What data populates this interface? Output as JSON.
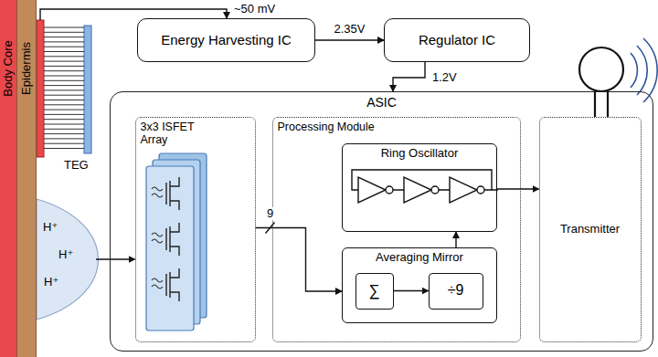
{
  "diagram": {
    "nodes": [
      {
        "text": [
          "Body Core"
        ]
      },
      {
        "text": [
          "Epidermis"
        ]
      },
      {
        "text": [
          "TEG"
        ]
      },
      {
        "text": [
          "Energy Harvesting IC"
        ]
      },
      {
        "text": [
          "Regulator IC"
        ]
      },
      {
        "text": [
          "H⁺",
          "H⁺",
          "H⁺"
        ]
      },
      {
        "text": [
          "ASIC"
        ]
      },
      {
        "text": [
          "3x3 ISFET Array"
        ],
        "in": 6
      },
      {
        "text": [
          "Processing Module"
        ],
        "in": 6
      },
      {
        "text": [
          "Ring Oscillator"
        ],
        "in": 8
      },
      {
        "text": [
          "Averaging Mirror"
        ],
        "in": 8
      },
      {
        "text": [
          "∑"
        ],
        "in": 10
      },
      {
        "text": [
          "÷9"
        ],
        "in": 10
      },
      {
        "text": [
          "Transmitter"
        ],
        "in": 6
      }
    ],
    "edges": [
      {
        "from": 2,
        "to": 3,
        "arrow": "to",
        "label": "~50 mV"
      },
      {
        "from": 3,
        "to": 4,
        "arrow": "to",
        "label": "2.35V"
      },
      {
        "from": 4,
        "to": 6,
        "arrow": "to",
        "label": "1.2V"
      },
      {
        "from": 5,
        "to": 7,
        "arrow": "to"
      },
      {
        "from": 7,
        "to": 10,
        "arrow": "to",
        "label": "9"
      },
      {
        "from": 11,
        "to": 12,
        "arrow": "to"
      },
      {
        "from": 10,
        "to": 9,
        "arrow": "to"
      },
      {
        "from": 9,
        "to": 13,
        "arrow": "to"
      }
    ]
  }
}
